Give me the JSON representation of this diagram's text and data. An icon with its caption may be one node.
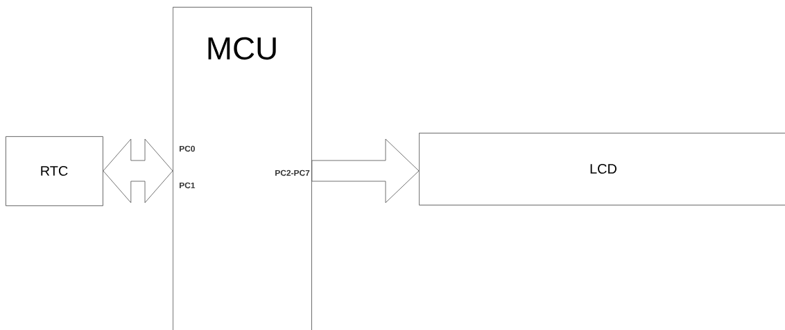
{
  "diagram": {
    "nodes": [
      {
        "text": [
          "RTC"
        ]
      },
      {
        "text": [
          "MCU"
        ]
      },
      {
        "text": [
          "LCD"
        ]
      }
    ],
    "edges": [
      {
        "from": 0,
        "to": 1,
        "arrow": "both"
      },
      {
        "from": 1,
        "to": 2,
        "arrow": "to"
      }
    ],
    "labels": [
      "PC0",
      "PC1",
      "PC2-PC7"
    ]
  }
}
